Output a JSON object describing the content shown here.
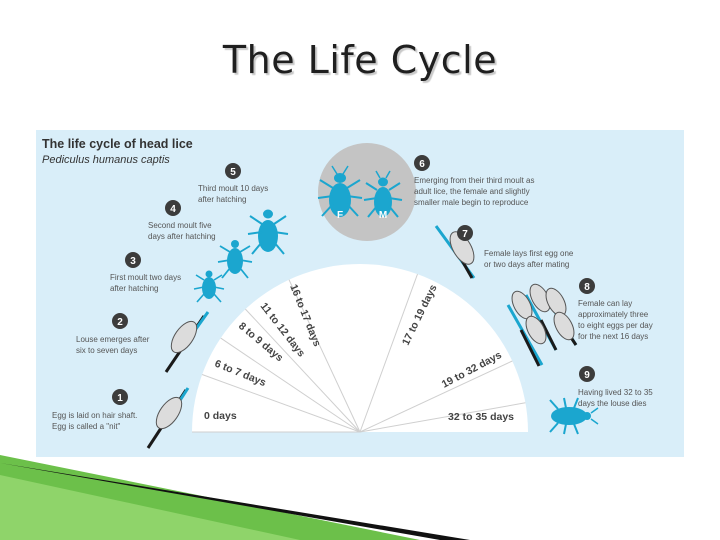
{
  "slide": {
    "title": "The Life Cycle"
  },
  "infographic": {
    "title": "The life cycle of head lice",
    "subtitle": "Pediculus humanus captis",
    "colors": {
      "panel_bg": "#d9eef9",
      "accent": "#1ba6cf",
      "circle": "#3c3c3c",
      "wheel_bg": "#ffffff",
      "spoke": "#cfcfcf"
    },
    "stages": [
      {
        "num": "1",
        "lines": [
          "Egg is laid on hair shaft.",
          "Egg is called a \"nit\""
        ]
      },
      {
        "num": "2",
        "lines": [
          "Louse emerges after",
          "six to seven days"
        ]
      },
      {
        "num": "3",
        "lines": [
          "First moult two days",
          "after hatching"
        ]
      },
      {
        "num": "4",
        "lines": [
          "Second moult five",
          "days after hatching"
        ]
      },
      {
        "num": "5",
        "lines": [
          "Third moult 10 days",
          "after hatching"
        ]
      },
      {
        "num": "6",
        "lines": [
          "Emerging from their third moult as",
          "adult lice, the female and slightly",
          "smaller male begin to reproduce"
        ]
      },
      {
        "num": "7",
        "lines": [
          "Female lays first egg one",
          "or two days after mating"
        ]
      },
      {
        "num": "8",
        "lines": [
          "Female can lay",
          "approximately three",
          "to eight eggs per day",
          "for the next 16 days"
        ]
      },
      {
        "num": "9",
        "lines": [
          "Having lived 32 to 35",
          "days the louse dies"
        ]
      }
    ],
    "wheel_labels": [
      "0 days",
      "6 to 7 days",
      "8 to 9 days",
      "11 to 12 days",
      "16 to 17 days",
      "17 to 19 days",
      "19 to 32 days",
      "32 to 35 days"
    ],
    "sex_labels": {
      "female": "F",
      "male": "M"
    }
  }
}
